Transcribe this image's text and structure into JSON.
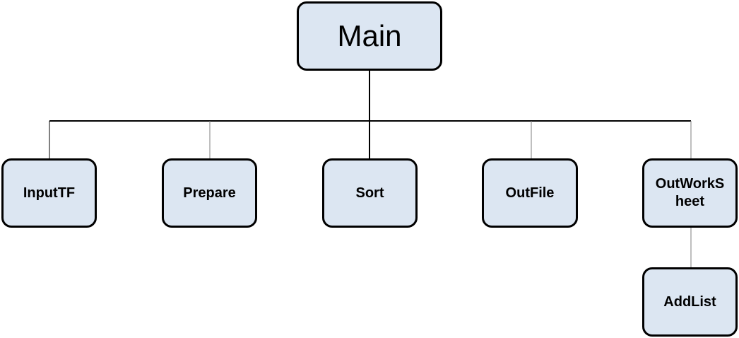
{
  "diagram": {
    "root": {
      "label": "Main"
    },
    "children": [
      {
        "label": "InputTF"
      },
      {
        "label": "Prepare"
      },
      {
        "label": "Sort"
      },
      {
        "label": "OutFile"
      },
      {
        "label": "OutWorkS\nheet"
      }
    ],
    "grandchild": {
      "label": "AddList"
    }
  },
  "colors": {
    "node_fill": "#dce6f2",
    "node_border": "#000000",
    "connector": "#000000",
    "connector_light": "#7f7f7f"
  }
}
